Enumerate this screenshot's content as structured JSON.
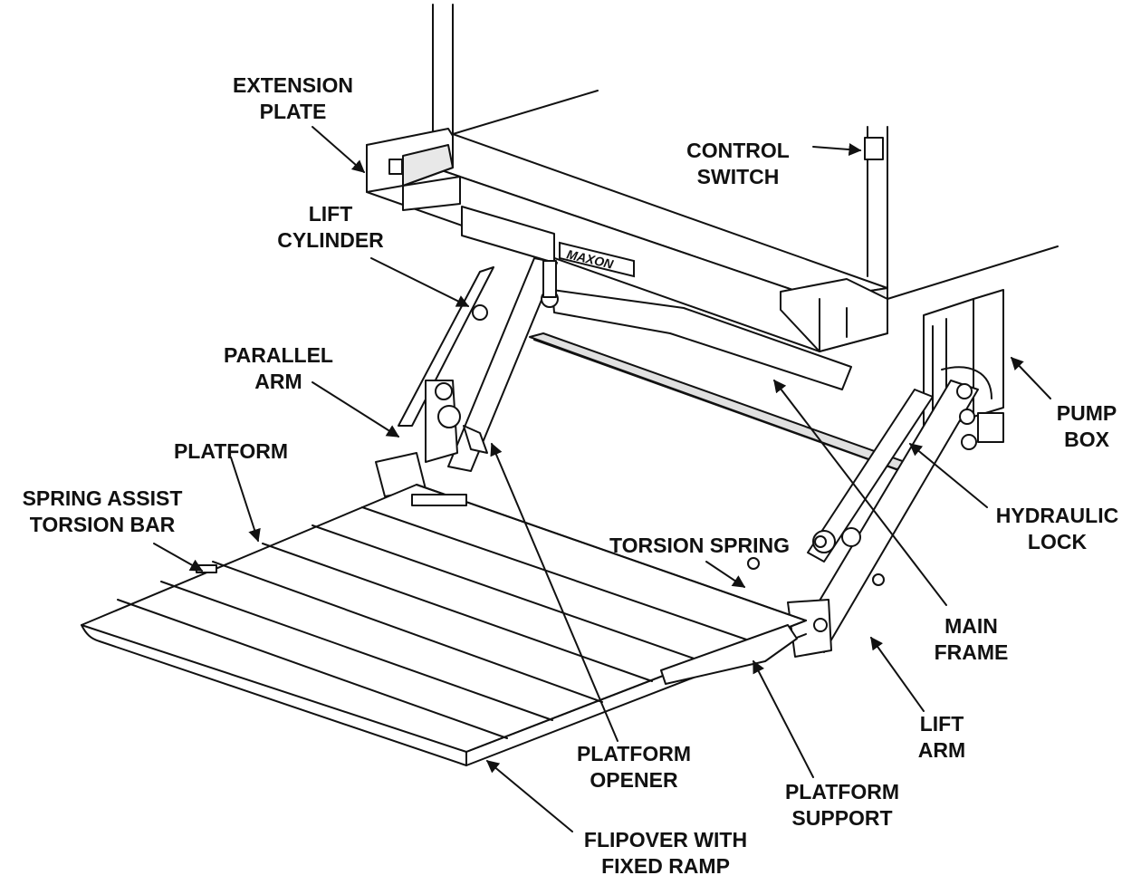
{
  "diagram": {
    "brand_text": "MAXON",
    "labels": {
      "extension_plate": [
        "EXTENSION",
        "PLATE"
      ],
      "control_switch": [
        "CONTROL",
        "SWITCH"
      ],
      "lift_cylinder": [
        "LIFT",
        "CYLINDER"
      ],
      "parallel_arm": [
        "PARALLEL",
        "ARM"
      ],
      "platform": [
        "PLATFORM"
      ],
      "spring_assist_torsion_bar": [
        "SPRING ASSIST",
        "TORSION BAR"
      ],
      "torsion_spring": [
        "TORSION SPRING"
      ],
      "pump_box": [
        "PUMP",
        "BOX"
      ],
      "hydraulic_lock": [
        "HYDRAULIC",
        "LOCK"
      ],
      "main_frame": [
        "MAIN",
        "FRAME"
      ],
      "lift_arm": [
        "LIFT",
        "ARM"
      ],
      "platform_opener": [
        "PLATFORM",
        "OPENER"
      ],
      "platform_support": [
        "PLATFORM",
        "SUPPORT"
      ],
      "flipover_with_fixed_ramp": [
        "FLIPOVER WITH",
        "FIXED RAMP"
      ]
    }
  }
}
